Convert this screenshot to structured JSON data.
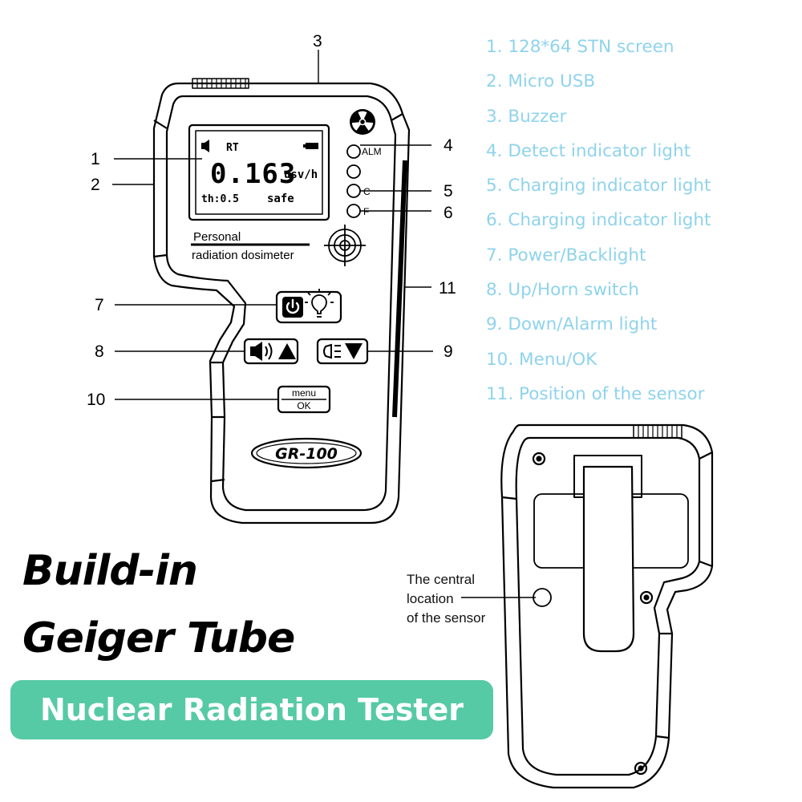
{
  "legend": [
    "1. 128*64 STN screen",
    "2. Micro USB",
    "3. Buzzer",
    "4. Detect indicator light",
    "5. Charging indicator light",
    "6. Charging indicator light",
    "7. Power/Backlight",
    "8. Up/Horn switch",
    "9. Down/Alarm light",
    "10. Menu/OK",
    "11. Position of the sensor"
  ],
  "callouts": [
    "1",
    "2",
    "3",
    "4",
    "5",
    "6",
    "7",
    "8",
    "9",
    "10",
    "11"
  ],
  "device": {
    "screen": {
      "mode": "RT",
      "reading": "0.163",
      "unit": "usv/h",
      "threshold": "th:0.5",
      "status": "safe"
    },
    "led_labels": {
      "alm": "ALM",
      "c": "C",
      "f": "F"
    },
    "panel_text": {
      "line1": "Personal",
      "line2": "radiation dosimeter"
    },
    "menu_button": {
      "top": "menu",
      "bottom": "OK"
    },
    "model": "GR-100"
  },
  "headline": {
    "line1": "Build-in",
    "line2": "Geiger Tube"
  },
  "badge": "Nuclear Radiation Tester",
  "sensor_note": [
    "The central",
    "location",
    "of the sensor"
  ],
  "colors": {
    "legend_text": "#8fd3ec",
    "badge_bg": "#56caa4",
    "badge_text": "#ffffff",
    "line": "#000000"
  },
  "icons": [
    "radiation-icon",
    "crosshair-icon",
    "power-icon",
    "bulb-icon",
    "speaker-icon",
    "up-arrow-icon",
    "alarm-light-icon",
    "down-arrow-icon",
    "battery-icon"
  ]
}
